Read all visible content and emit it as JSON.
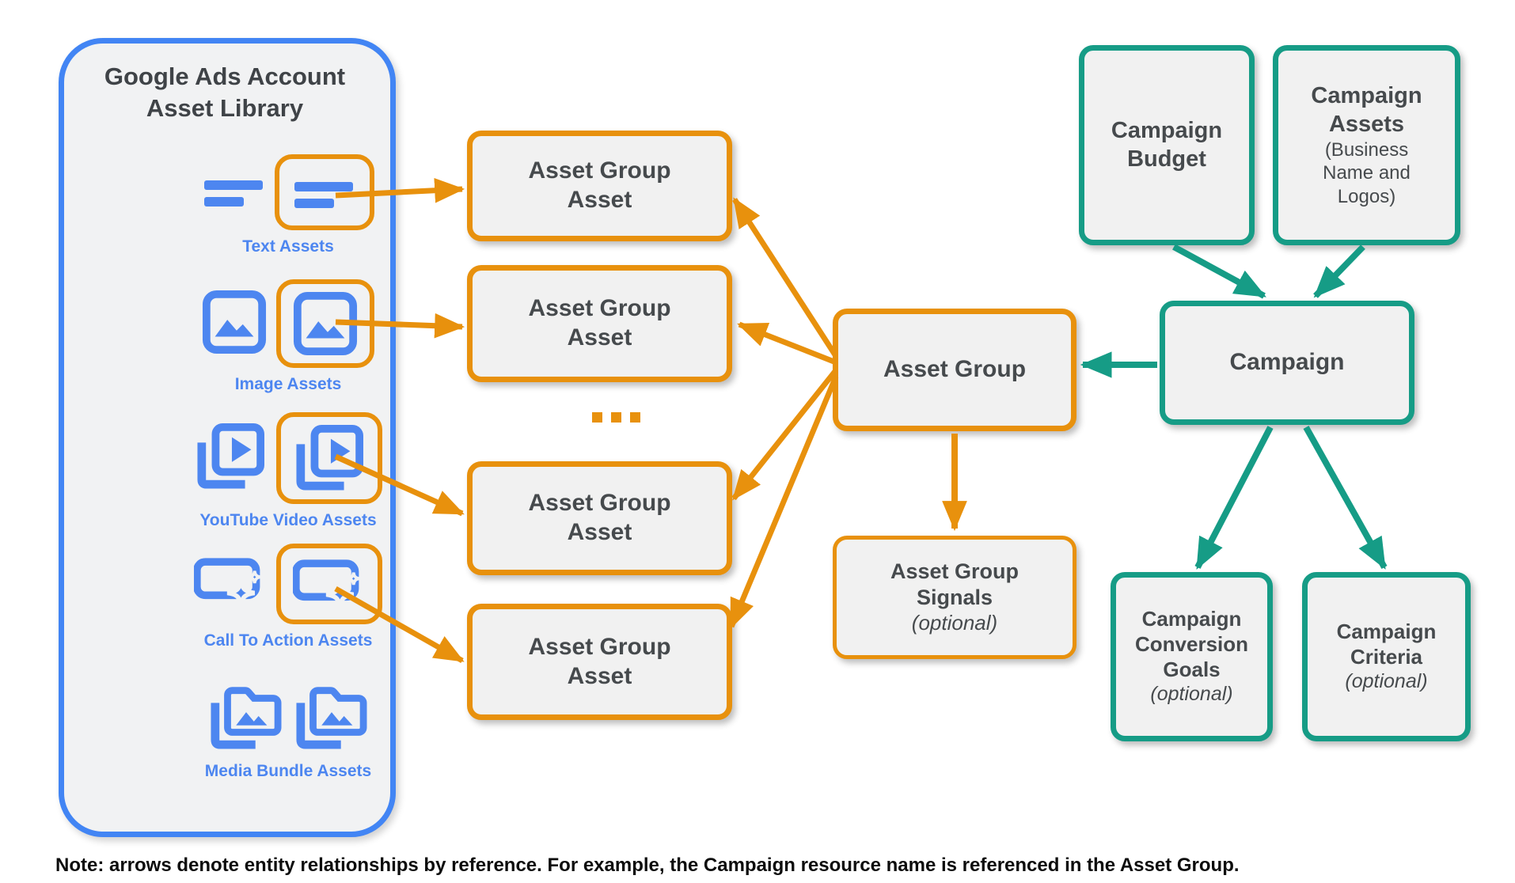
{
  "colors": {
    "accent_blue": "#4285F4",
    "icon_blue": "#4D86F0",
    "accent_orange": "#E8910D",
    "accent_teal": "#169C86",
    "box_fill": "#F1F1F1",
    "text_dark": "#464A4D",
    "note_text": "#0C0C0C"
  },
  "library": {
    "title": "Google Ads Account Asset Library",
    "rows": [
      {
        "label": "Text Assets",
        "icon": "text-lines-icon",
        "highlighted_copy": true
      },
      {
        "label": "Image Assets",
        "icon": "image-icon",
        "highlighted_copy": true
      },
      {
        "label": "YouTube Video Assets",
        "icon": "video-stack-icon",
        "highlighted_copy": true
      },
      {
        "label": "Call To Action Assets",
        "icon": "cta-sparkle-icon",
        "highlighted_copy": true
      },
      {
        "label": "Media Bundle Assets",
        "icon": "media-bundle-folder-icon",
        "highlighted_copy": false
      }
    ]
  },
  "nodes": {
    "asset_group_assets": [
      "Asset Group Asset",
      "Asset Group Asset",
      "Asset Group Asset",
      "Asset Group Asset"
    ],
    "ellipsis": "...",
    "asset_group": "Asset Group",
    "asset_group_signals": {
      "title": "Asset Group Signals",
      "qualifier": "(optional)"
    },
    "campaign_budget": "Campaign Budget",
    "campaign_assets": {
      "title": "Campaign Assets",
      "subtitle": "(Business Name and Logos)"
    },
    "campaign": "Campaign",
    "campaign_conversion_goals": {
      "title": "Campaign Conversion Goals",
      "qualifier": "(optional)"
    },
    "campaign_criteria": {
      "title": "Campaign Criteria",
      "qualifier": "(optional)"
    }
  },
  "note": "Note: arrows denote entity relationships by reference. For example, the Campaign resource name is referenced in the Asset Group."
}
